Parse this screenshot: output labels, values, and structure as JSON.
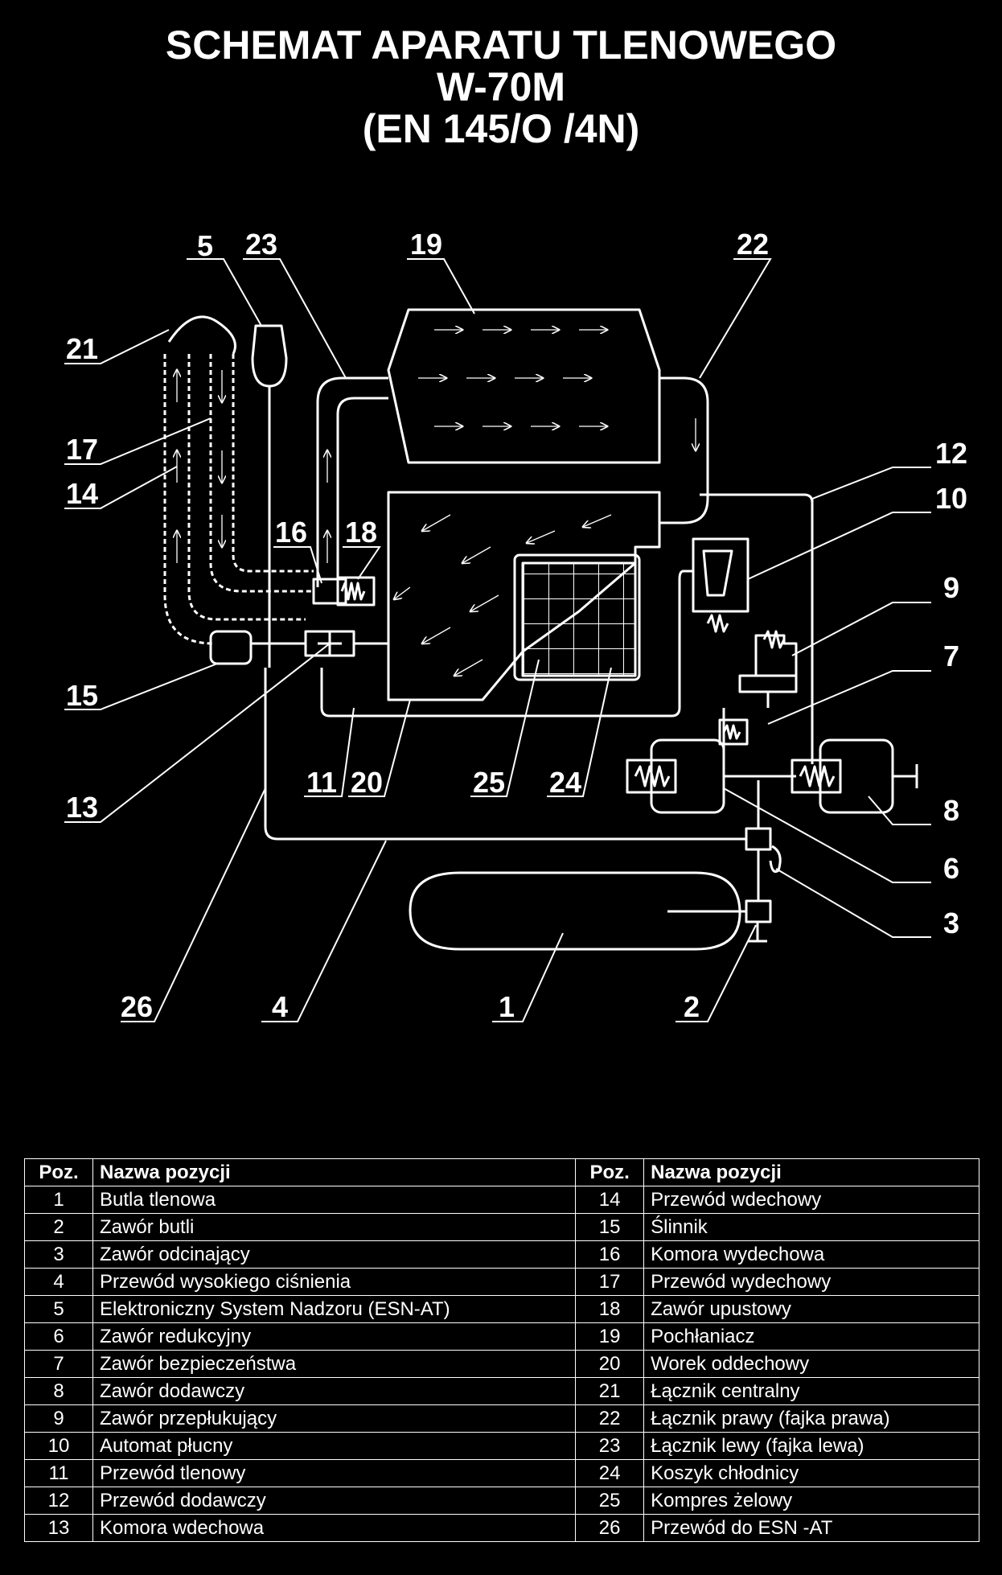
{
  "title": {
    "line1": "SCHEMAT APARATU TLENOWEGO",
    "line2": "W-70M",
    "line3": "(EN 145/O /4N)"
  },
  "labels": [
    "1",
    "2",
    "3",
    "4",
    "5",
    "6",
    "7",
    "8",
    "9",
    "10",
    "11",
    "12",
    "13",
    "14",
    "15",
    "16",
    "17",
    "18",
    "19",
    "20",
    "21",
    "22",
    "23",
    "24",
    "25",
    "26"
  ],
  "table": {
    "headers": {
      "poz": "Poz.",
      "name": "Nazwa pozycji"
    },
    "rows": [
      [
        "1",
        "Butla tlenowa",
        "14",
        "Przewód wdechowy"
      ],
      [
        "2",
        "Zawór butli",
        "15",
        "Ślinnik"
      ],
      [
        "3",
        "Zawór odcinający",
        "16",
        "Komora wydechowa"
      ],
      [
        "4",
        "Przewód wysokiego ciśnienia",
        "17",
        "Przewód wydechowy"
      ],
      [
        "5",
        "Elektroniczny System Nadzoru (ESN-AT)",
        "18",
        "Zawór upustowy"
      ],
      [
        "6",
        "Zawór redukcyjny",
        "19",
        "Pochłaniacz"
      ],
      [
        "7",
        "Zawór bezpieczeństwa",
        "20",
        "Worek oddechowy"
      ],
      [
        "8",
        "Zawór dodawczy",
        "21",
        "Łącznik centralny"
      ],
      [
        "9",
        "Zawór przepłukujący",
        "22",
        "Łącznik prawy (fajka prawa)"
      ],
      [
        "10",
        "Automat płucny",
        "23",
        "Łącznik lewy (fajka lewa)"
      ],
      [
        "11",
        "Przewód tlenowy",
        "24",
        "Koszyk chłodnicy"
      ],
      [
        "12",
        "Przewód dodawczy",
        "25",
        "Kompres żelowy"
      ],
      [
        "13",
        "Komora wdechowa",
        "26",
        "Przewód do ESN -AT"
      ]
    ]
  }
}
